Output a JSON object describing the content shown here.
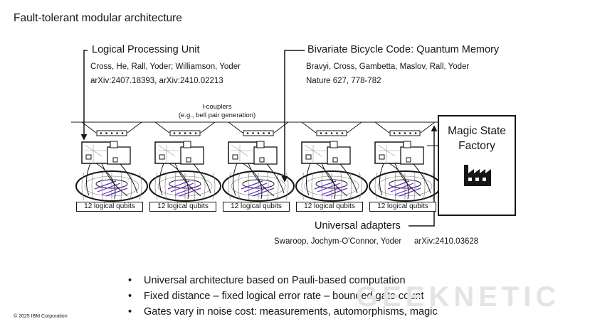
{
  "title": "Fault-tolerant modular architecture",
  "lpu": {
    "heading": "Logical Processing Unit",
    "authors": "Cross, He, Rall, Yoder; Williamson, Yoder",
    "refs": "arXiv:2407.18393, arXiv:2410.02213"
  },
  "bb": {
    "heading": "Bivariate Bicycle Code: Quantum Memory",
    "authors": "Bravyi, Cross, Gambetta, Maslov, Rall, Yoder",
    "refs": "Nature 627, 778-782"
  },
  "couplers": {
    "line1": "l-couplers",
    "line2": "(e.g., bell pair generation)"
  },
  "magic": {
    "line1": "Magic State",
    "line2": "Factory",
    "icon": "factory-icon"
  },
  "modules": [
    {
      "label": "12 logical qubits"
    },
    {
      "label": "12 logical qubits"
    },
    {
      "label": "12 logical qubits"
    },
    {
      "label": "12 logical qubits"
    },
    {
      "label": "12 logical qubits"
    }
  ],
  "adapters": {
    "heading": "Universal adapters",
    "authors": "Swaroop, Jochym-O'Connor, Yoder",
    "ref": "arXiv:2410.03628"
  },
  "bullets": [
    "Universal architecture based on Pauli-based computation",
    "Fixed distance – fixed logical error rate – bounded gate count",
    "Gates vary in noise cost: measurements, automorphisms, magic"
  ],
  "copyright": "© 2025 IBM Corporation",
  "watermark": "GEEKNETIC",
  "colors": {
    "ink": "#161616",
    "accent": "#6929c4"
  }
}
